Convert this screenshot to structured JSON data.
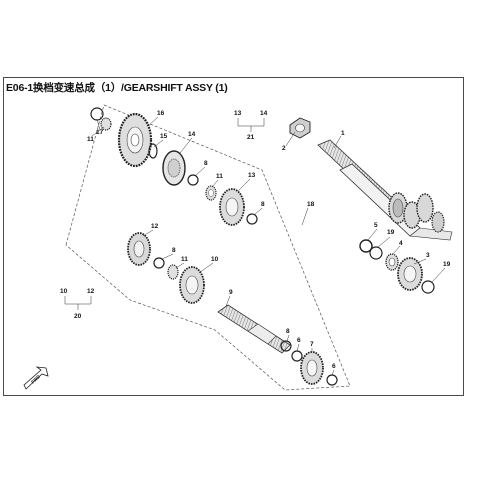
{
  "diagram": {
    "title": "E06-1换档变速总成（1）/GEARSHIFT ASSY (1)",
    "fwd_badge": "FWD",
    "callouts": {
      "c1": "1",
      "c2": "2",
      "c3": "3",
      "c4": "4",
      "c5": "5",
      "c6": "6",
      "c7": "7",
      "c8a": "8",
      "c8b": "8",
      "c8c": "8",
      "c8d": "8",
      "c9": "9",
      "c10": "10",
      "c11a": "11",
      "c11b": "11",
      "c11c": "11",
      "c12": "12",
      "c13": "13",
      "c14": "14",
      "c15": "15",
      "c16": "16",
      "c17": "17",
      "c18": "18",
      "c19a": "19",
      "c19b": "19",
      "g13": "13",
      "g14": "14",
      "g21": "21",
      "g10": "10",
      "g12": "12",
      "g20": "20"
    }
  }
}
